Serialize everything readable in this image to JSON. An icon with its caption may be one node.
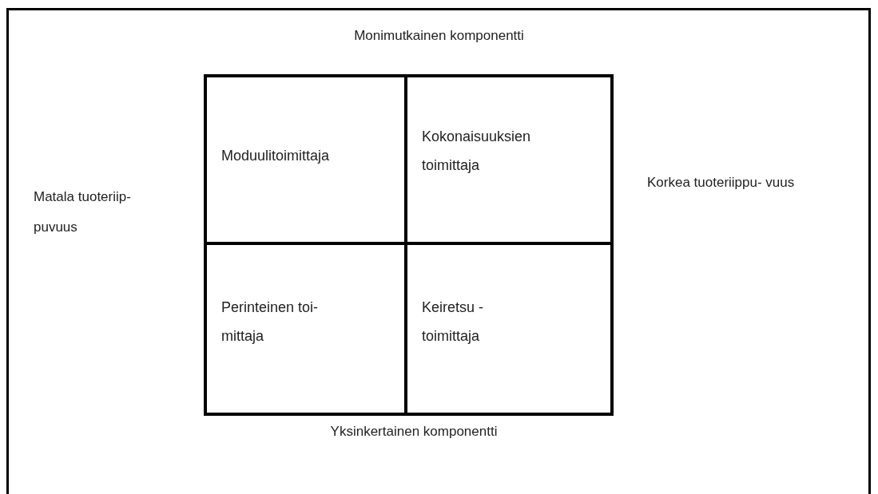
{
  "diagram": {
    "nodes": [
      {
        "text": [
          "Moduulitoimittaja"
        ]
      },
      {
        "text": [
          "Kokonaisuuksien toimittaja"
        ]
      },
      {
        "text": [
          "Perinteinen toi- mittaja"
        ]
      },
      {
        "text": [
          "Keiretsu - toimittaja"
        ]
      }
    ],
    "labels": [
      "Monimutkainen komponentti",
      "Matala tuoteriip- puvuus",
      "Korkea tuoteriippu- vuus",
      "Yksinkertainen komponentti"
    ]
  }
}
